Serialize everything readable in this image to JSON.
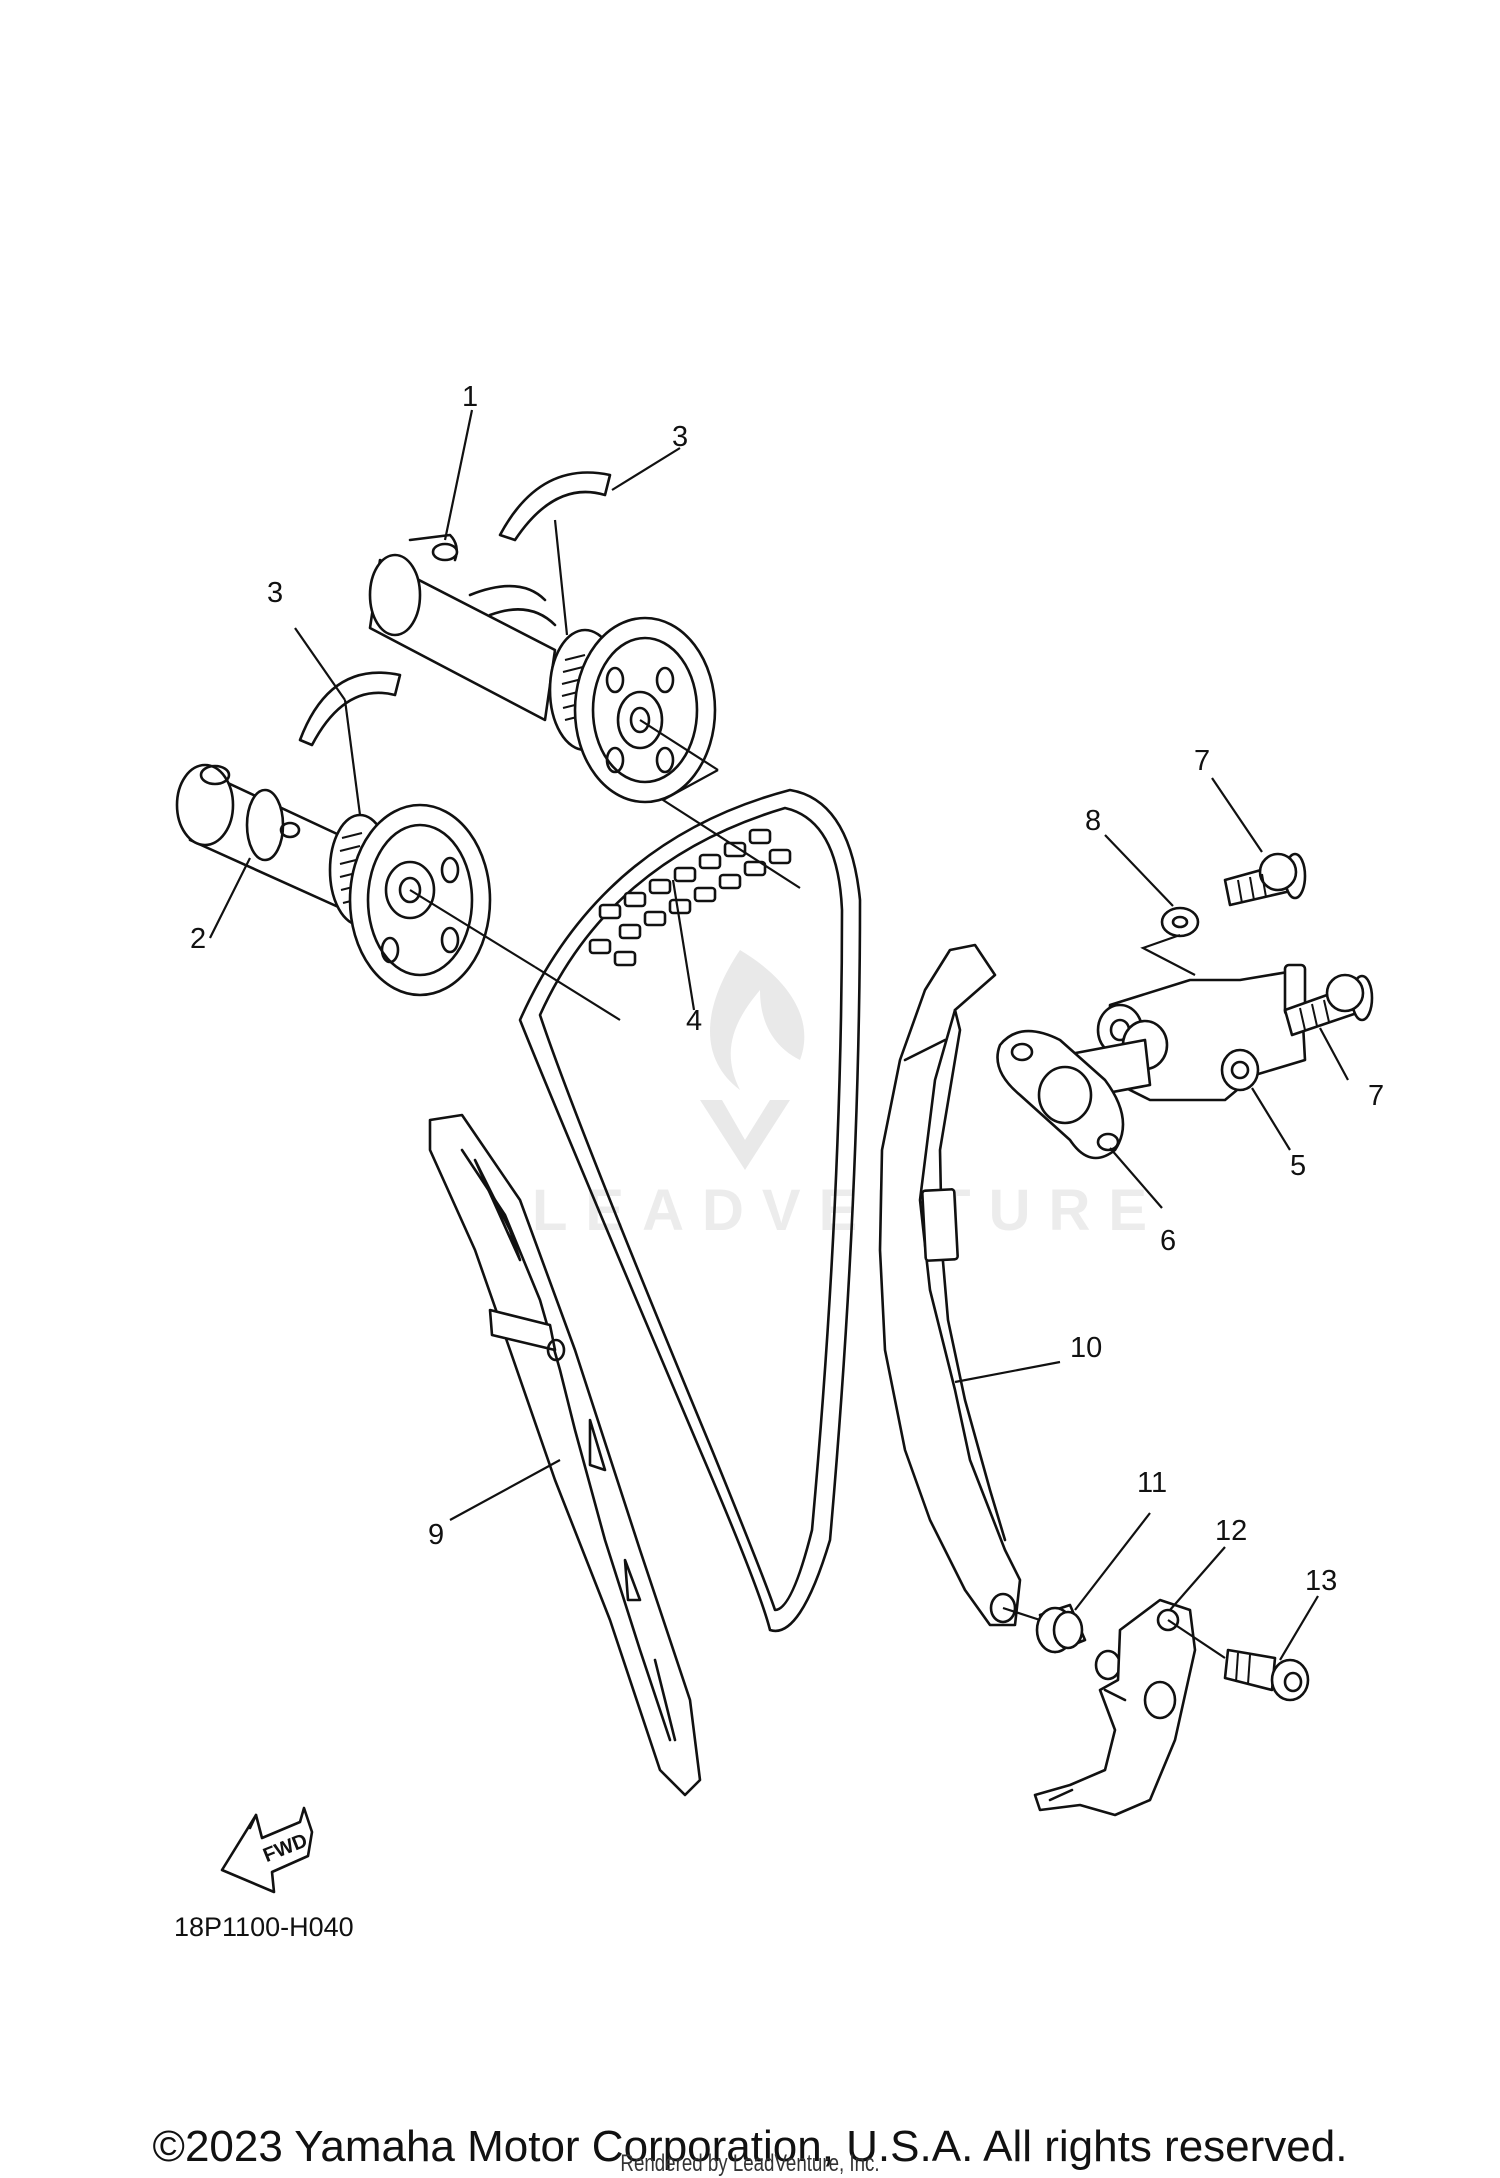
{
  "diagram": {
    "callouts": [
      {
        "id": "1",
        "label": "1"
      },
      {
        "id": "2",
        "label": "2"
      },
      {
        "id": "3a",
        "label": "3"
      },
      {
        "id": "3b",
        "label": "3"
      },
      {
        "id": "4",
        "label": "4"
      },
      {
        "id": "5",
        "label": "5"
      },
      {
        "id": "6",
        "label": "6"
      },
      {
        "id": "7a",
        "label": "7"
      },
      {
        "id": "7b",
        "label": "7"
      },
      {
        "id": "8",
        "label": "8"
      },
      {
        "id": "9",
        "label": "9"
      },
      {
        "id": "10",
        "label": "10"
      },
      {
        "id": "11",
        "label": "11"
      },
      {
        "id": "12",
        "label": "12"
      },
      {
        "id": "13",
        "label": "13"
      }
    ],
    "fwd_label": "FWD",
    "watermark_text": "LEADVENTURE",
    "ref_code": "18P1100-H040"
  },
  "footer": {
    "copyright": "©2023 Yamaha Motor Corporation, U.S.A. All rights reserved.",
    "rendered_by": "Rendered by LeadVenture, Inc."
  }
}
